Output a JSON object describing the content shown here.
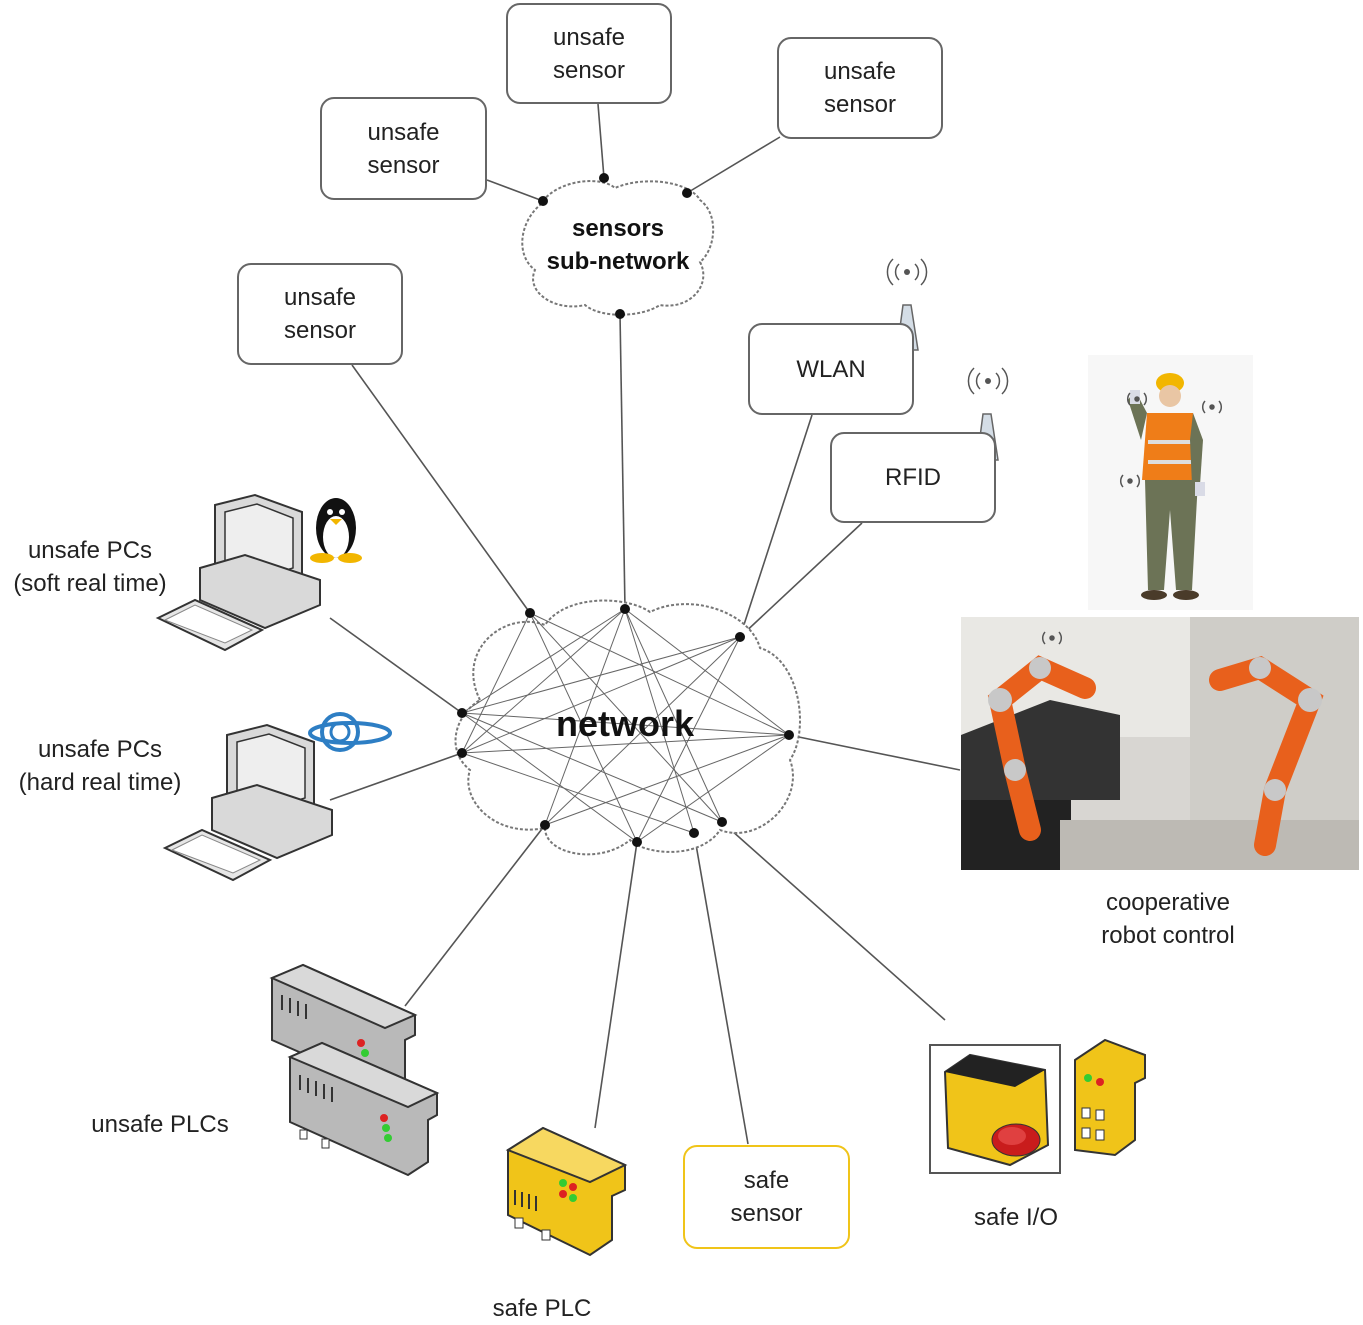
{
  "nodes": {
    "network": "network",
    "sensors_subnetwork": "sensors\nsub-network",
    "unsafe_sensor": "unsafe\nsensor",
    "wlan": "WLAN",
    "rfid": "RFID",
    "unsafe_pcs_soft": "unsafe PCs\n(soft real time)",
    "unsafe_pcs_hard": "unsafe PCs\n(hard real time)",
    "cooperative_robot_control": "cooperative\nrobot control",
    "unsafe_plcs": "unsafe PLCs",
    "safe_plc": "safe PLC",
    "safe_sensor": "safe\nsensor",
    "safe_io": "safe I/O"
  },
  "colors": {
    "line": "#555555",
    "safe_yellow": "#f0c419",
    "unsafe_gray": "#b9b9b9",
    "robot_orange": "#e8601c"
  }
}
